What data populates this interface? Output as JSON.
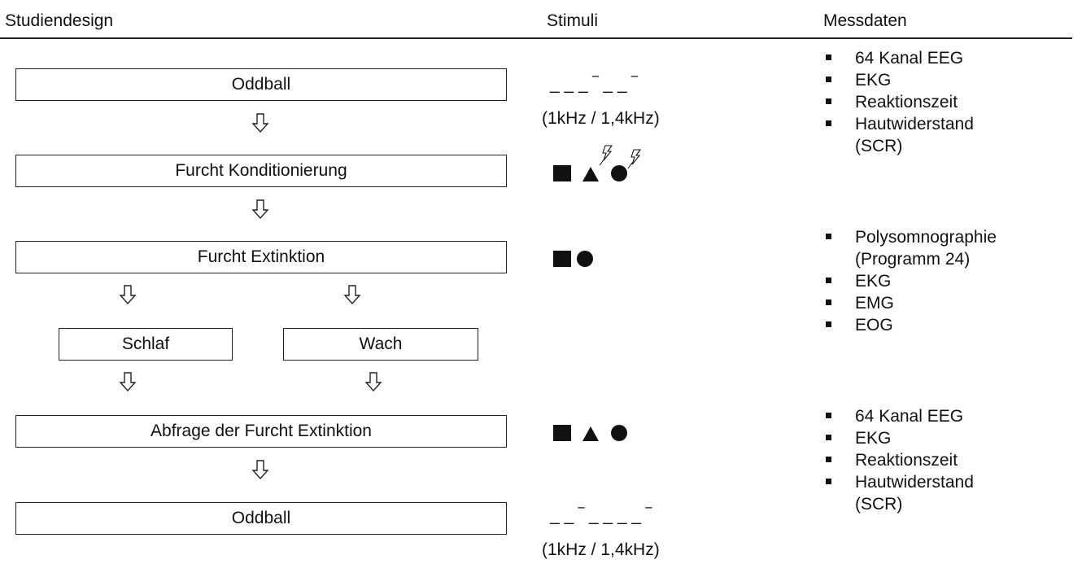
{
  "headers": {
    "design": "Studiendesign",
    "stimuli": "Stimuli",
    "data": "Messdaten"
  },
  "flow": {
    "oddball1": "Oddball",
    "konditionierung": "Furcht Konditionierung",
    "extinktion": "Furcht Extinktion",
    "schlaf": "Schlaf",
    "wach": "Wach",
    "abfrage": "Abfrage der Furcht Extinktion",
    "oddball2": "Oddball"
  },
  "stimuli": {
    "tone1_pattern": "_ _ _ ‾ _ _ ‾",
    "tone1_freq": "(1kHz / 1,4kHz)",
    "tone2_pattern": "_ _ ‾ _ _ _ _ ‾",
    "tone2_freq": "(1kHz / 1,4kHz)"
  },
  "messdaten": {
    "group1": [
      "64 Kanal EEG",
      "EKG",
      "Reaktionszeit",
      "Hautwiderstand",
      "(SCR)"
    ],
    "group2": [
      "Polysomnographie",
      "(Programm 24)",
      "EKG",
      "EMG",
      "EOG"
    ],
    "group3": [
      "64 Kanal EEG",
      "EKG",
      "Reaktionszeit",
      "Hautwiderstand",
      "(SCR)"
    ]
  }
}
